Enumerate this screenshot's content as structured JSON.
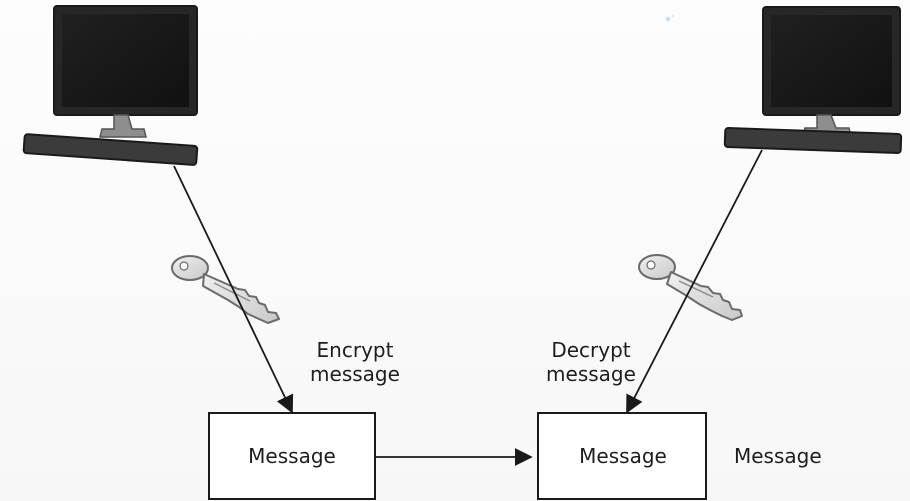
{
  "labels": {
    "encrypt": {
      "line1": "Encrypt",
      "line2": "message"
    },
    "decrypt": {
      "line1": "Decrypt",
      "line2": "message"
    },
    "message_box_left": "Message",
    "message_box_right": "Message",
    "message_output": "Message"
  },
  "colors": {
    "line": "#1a1a1a",
    "monitor_dark": "#2c2c2c",
    "monitor_screen": "#181818",
    "key_fill": "#d9d9d9",
    "key_stroke": "#6b6b6b",
    "paper": "#f7f7f7"
  },
  "icons": {
    "left_computer": "desktop-computer",
    "right_computer": "desktop-computer",
    "left_key": "key",
    "right_key": "key"
  }
}
